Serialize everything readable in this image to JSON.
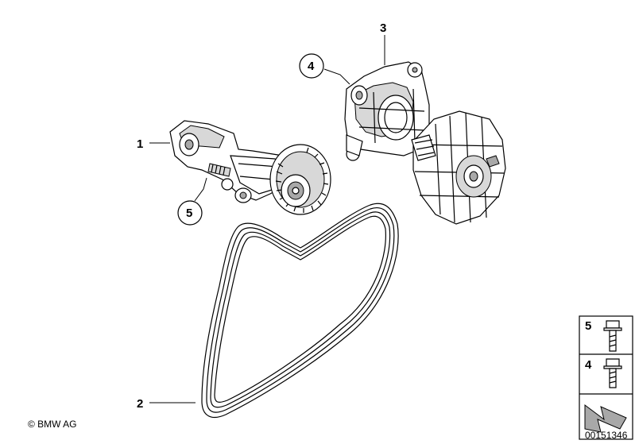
{
  "callouts": [
    {
      "id": "1",
      "label": "1"
    },
    {
      "id": "2",
      "label": "2"
    },
    {
      "id": "3",
      "label": "3"
    },
    {
      "id": "4",
      "label": "4"
    },
    {
      "id": "5",
      "label": "5"
    }
  ],
  "legend": {
    "items": [
      {
        "label": "5",
        "icon": "flange-bolt-long-icon"
      },
      {
        "label": "4",
        "icon": "flange-bolt-short-icon"
      }
    ],
    "arrow_icon": "direction-arrow-icon"
  },
  "copyright": "© BMW AG",
  "document_number": "00151346"
}
